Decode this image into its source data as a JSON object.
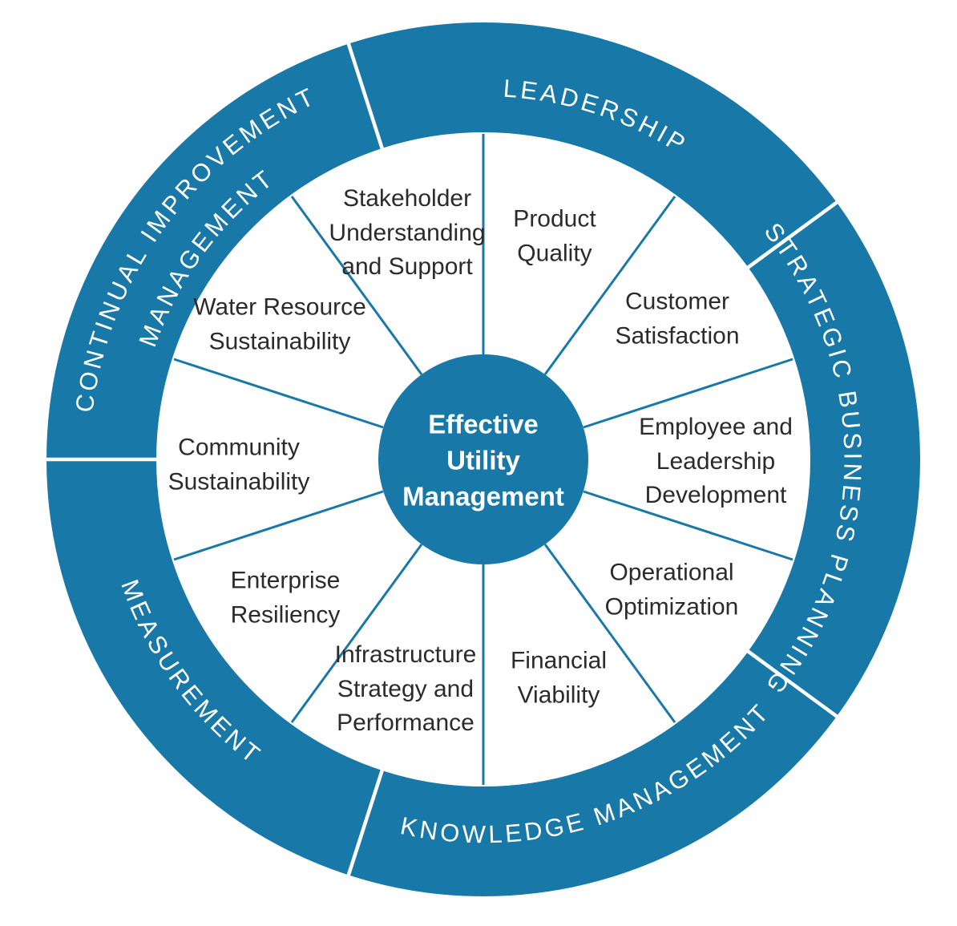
{
  "diagram_title": "Effective Utility Management",
  "colors": {
    "ring_blue": "#1879A9",
    "divider_white": "#FFFFFF",
    "segment_text": "#2B2B2B"
  },
  "center_label": "Effective\nUtility\nManagement",
  "outer": {
    "leadership": "LEADERSHIP",
    "strategic": "STRATEGIC BUSINESS PLANNING",
    "knowledge": "KNOWLEDGE MANAGEMENT",
    "measurement": "MEASUREMENT",
    "cim_line1": "CONTINUAL IMPROVEMENT",
    "cim_line2": "MANAGEMENT"
  },
  "segments": {
    "stakeholder": "Stakeholder\nUnderstanding\nand Support",
    "product_quality": "Product\nQuality",
    "customer_satisfaction": "Customer\nSatisfaction",
    "employee_development": "Employee and\nLeadership\nDevelopment",
    "operational_optimization": "Operational\nOptimization",
    "financial_viability": "Financial\nViability",
    "infrastructure": "Infrastructure\nStrategy and\nPerformance",
    "enterprise_resiliency": "Enterprise\nResiliency",
    "community_sustainability": "Community\nSustainability",
    "water_resource": "Water Resource\nSustainability"
  }
}
